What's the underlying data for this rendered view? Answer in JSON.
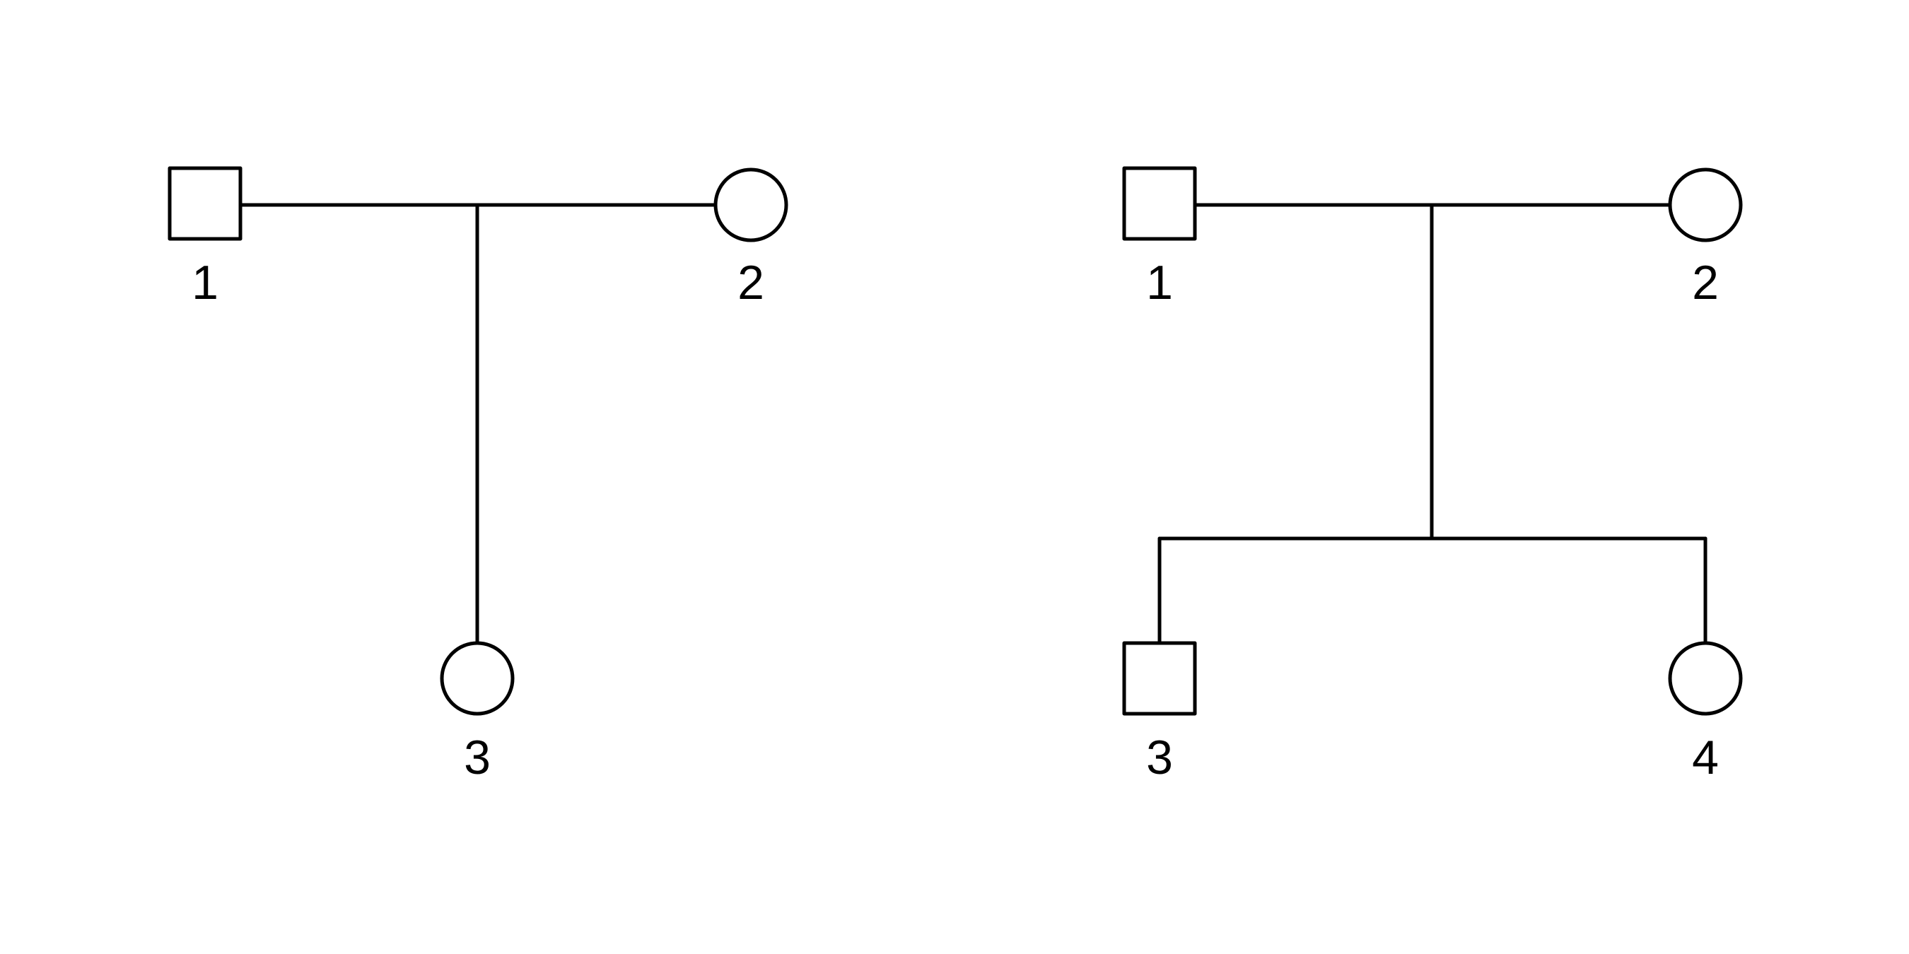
{
  "pedigrees": [
    {
      "individuals": [
        {
          "label": "1",
          "sex": "male"
        },
        {
          "label": "2",
          "sex": "female"
        },
        {
          "label": "3",
          "sex": "female"
        }
      ]
    },
    {
      "individuals": [
        {
          "label": "1",
          "sex": "male"
        },
        {
          "label": "2",
          "sex": "female"
        },
        {
          "label": "3",
          "sex": "male"
        },
        {
          "label": "4",
          "sex": "female"
        }
      ]
    }
  ],
  "colors": {
    "stroke": "#000000",
    "fill": "#ffffff",
    "background": "#ffffff"
  }
}
